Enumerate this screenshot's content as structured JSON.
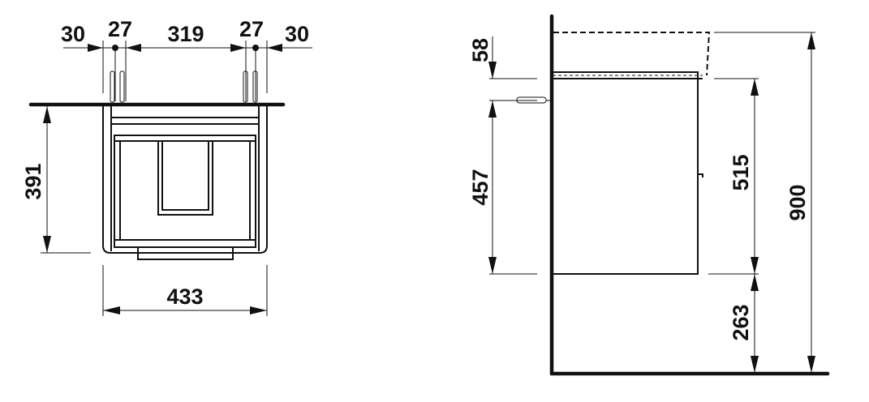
{
  "front_view": {
    "top_dimensions": [
      "30",
      "27",
      "319",
      "27",
      "30"
    ],
    "height_dimension": "391",
    "width_dimension": "433"
  },
  "side_view": {
    "anchor_offset_dimension": "58",
    "anchor_height_dimension": "457",
    "cabinet_height_dimension": "515",
    "floor_clearance_dimension": "263",
    "total_height_dimension": "900"
  },
  "colors": {
    "line": "#111111",
    "background": "#ffffff"
  }
}
